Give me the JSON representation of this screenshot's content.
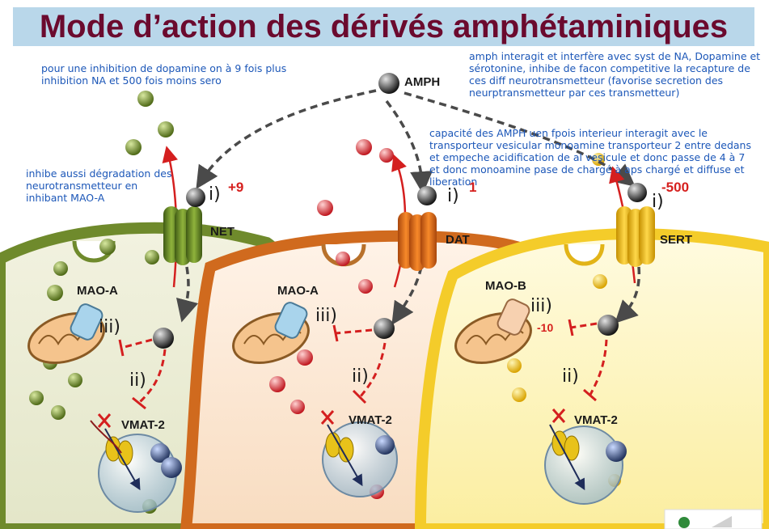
{
  "title": "Mode d’action des dérivés amphétaminiques",
  "notes": {
    "dopamine_ratio": "pour une inhibition de dopamine on à 9 fois plus inhibition NA et 500 fois moins sero",
    "amph_interaction": "amph interagit et interfère avec syst de NA, Dopamine et sérotonine, inhibe de facon competitive la recapture de ces diff neurotransmetteur (favorise secretion des neurptransmetteur par ces transmetteur)",
    "vesicular": "capacité des AMPH uen fpois interieur interagit avec le transporteur vesicular monoamine transporteur 2 entre dedans et empeche acidification de al vesicule et donc passe de 4 à 7 et donc monoamine pase de chargé à aps chargé et diffuse et liberation",
    "mao": "inhibe aussi dégradation des neurotransmetteur en inhibant MAO-A"
  },
  "labels": {
    "amph": "AMPH",
    "net": "NET",
    "dat": "DAT",
    "sert": "SERT",
    "mao_a_1": "MAO-A",
    "mao_a_2": "MAO-A",
    "mao_b": "MAO-B",
    "vmat_1": "VMAT-2",
    "vmat_2": "VMAT-2",
    "vmat_3": "VMAT-2",
    "i_1": "i)",
    "i_2": "i)",
    "i_3": "i)",
    "ii_1": "ii)",
    "ii_2": "ii)",
    "ii_3": "ii)",
    "iii_1": "iii)",
    "iii_2": "iii)",
    "iii_3": "iii)"
  },
  "values": {
    "net": "+9",
    "dat": "1",
    "sert": "-500",
    "mao_b": "-10"
  },
  "colors": {
    "title_bg": "#b9d7ea",
    "title_text": "#6b0a2e",
    "note_text": "#1c57b8",
    "norepinephrine": "#6f8a2c",
    "dopamine": "#d42a35",
    "serotonin": "#e3b90c",
    "inhibition": "#d41f1f"
  }
}
